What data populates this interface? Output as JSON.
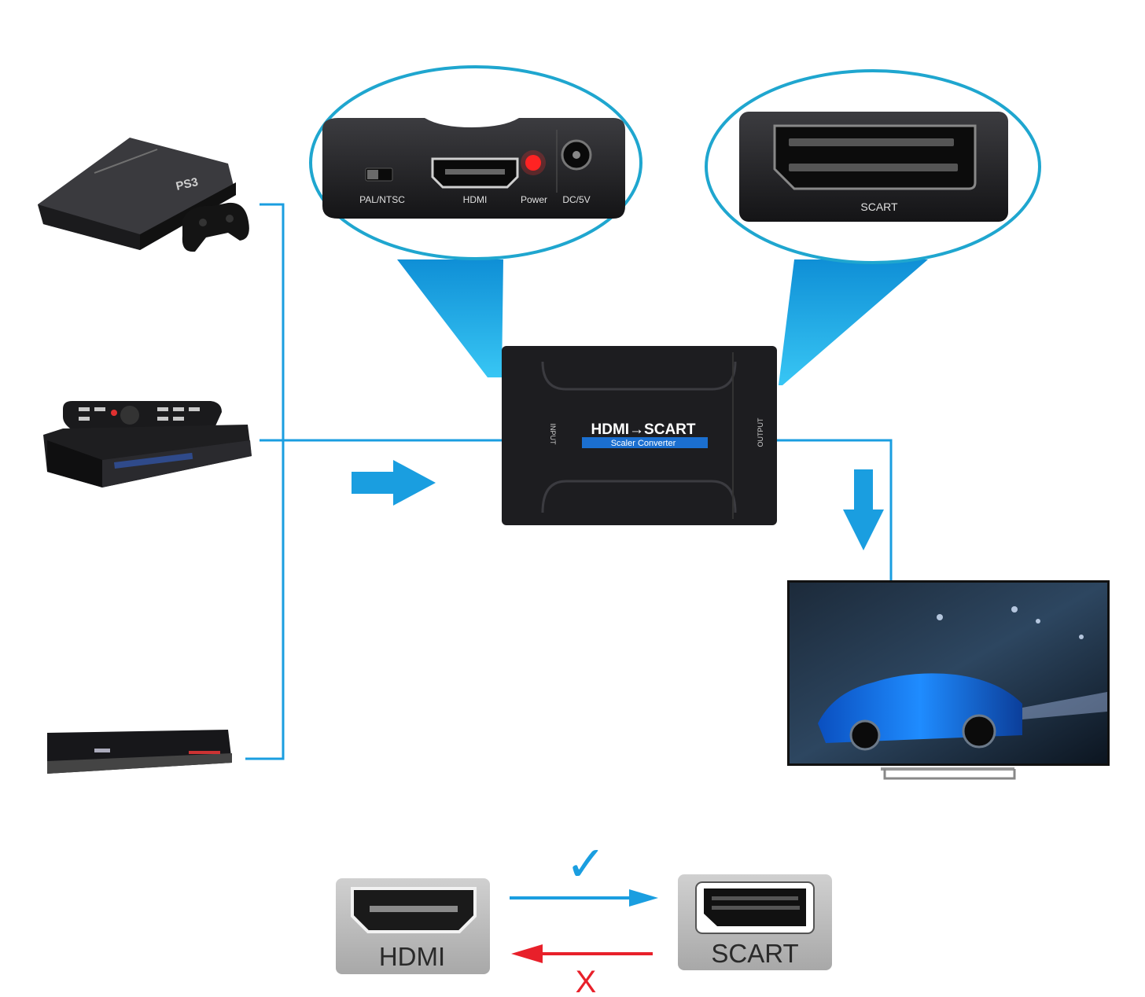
{
  "input_panel": {
    "switch_label": "PAL/NTSC",
    "hdmi_label": "HDMI",
    "power_label": "Power",
    "dc_label": "DC/5V"
  },
  "output_panel": {
    "scart_label": "SCART"
  },
  "converter": {
    "title": "HDMI→SCART",
    "subtitle": "Scaler Converter",
    "input_side": "INPUT",
    "output_side": "OUTPUT"
  },
  "legend": {
    "hdmi_label": "HDMI",
    "scart_label": "SCART",
    "allowed_mark": "✓",
    "denied_mark": "X"
  },
  "colors": {
    "accent": "#1a9ee0",
    "denied": "#e8202a",
    "device": "#2a2a2c"
  },
  "devices": [
    "ps3-console-icon",
    "set-top-box-icon",
    "remote-control-icon",
    "blu-ray-player-icon",
    "tv-icon"
  ]
}
